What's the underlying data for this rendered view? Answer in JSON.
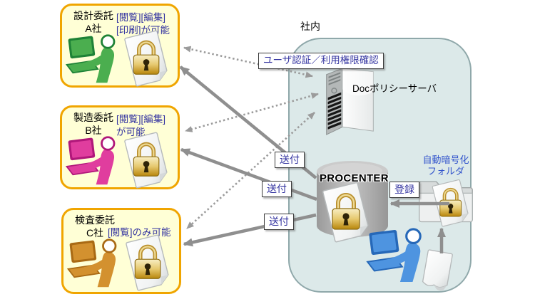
{
  "diagram": {
    "internal_zone_label": "社内",
    "companies": [
      {
        "name": "設計委託 A社",
        "title_line1": "設計委託",
        "title_line2": "A社",
        "permission_line1": "[閲覧][編集]",
        "permission_line2": "[印刷]が可能"
      },
      {
        "name": "製造委託 B社",
        "title_line1": "製造委託",
        "title_line2": "B社",
        "permission_line1": "[閲覧][編集]",
        "permission_line2": "が可能"
      },
      {
        "name": "検査委託 C社",
        "title_line1": "検査委託",
        "title_line2": "C社",
        "permission_line1": "[閲覧]のみ可能",
        "permission_line2": ""
      }
    ],
    "labels": {
      "user_auth": "ユーザ認証／利用権限確認",
      "doc_policy_server": "Docポリシーサーバ",
      "procenter": "PROCENTER",
      "send": "送付",
      "register": "登録",
      "auto_encrypt_folder_line1": "自動暗号化",
      "auto_encrypt_folder_line2": "フォルダ"
    },
    "colors": {
      "company_box_border": "#F0A500",
      "company_box_fill": "#FFFFD6",
      "internal_zone_fill": "#DCE9E9",
      "internal_zone_border": "#8FA8AA",
      "annotation_text": "#3333A0",
      "arrow_gray": "#8F8F8F",
      "company_a_green": "#4BAE4F",
      "company_a_green_dark": "#1E8236",
      "company_b_magenta": "#E03D9E",
      "company_b_magenta_dark": "#B0177A",
      "company_c_orange": "#D3912F",
      "company_c_orange_dark": "#A96A14",
      "internal_user_blue": "#4E94E0",
      "internal_user_blue_dark": "#2668B8",
      "lock_gold": "#C9A227",
      "folder_label_blue": "#3355CC"
    }
  }
}
